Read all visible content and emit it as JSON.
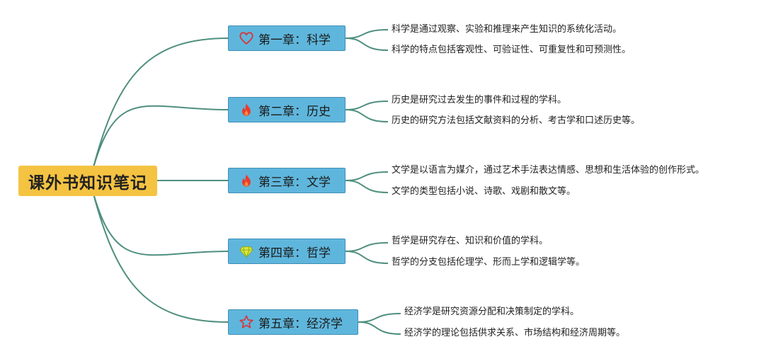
{
  "root": {
    "title": "课外书知识笔记"
  },
  "colors": {
    "root_bg": "#f5c342",
    "chapter_bg": "#5fb6dc",
    "chapter_border": "#3f8fb5",
    "link": "#4f8f7f"
  },
  "chapters": [
    {
      "label": "第一章：科学",
      "icon": "heart-icon",
      "notes": [
        "科学是通过观察、实验和推理来产生知识的系统化活动。",
        "科学的特点包括客观性、可验证性、可重复性和可预测性。"
      ]
    },
    {
      "label": "第二章：历史",
      "icon": "fire-icon",
      "notes": [
        "历史是研究过去发生的事件和过程的学科。",
        "历史的研究方法包括文献资料的分析、考古学和口述历史等。"
      ]
    },
    {
      "label": "第三章：文学",
      "icon": "fire-icon",
      "notes": [
        "文学是以语言为媒介，通过艺术手法表达情感、思想和生活体验的创作形式。",
        "文学的类型包括小说、诗歌、戏剧和散文等。"
      ]
    },
    {
      "label": "第四章：哲学",
      "icon": "diamond-icon",
      "notes": [
        "哲学是研究存在、知识和价值的学科。",
        "哲学的分支包括伦理学、形而上学和逻辑学等。"
      ]
    },
    {
      "label": "第五章：经济学",
      "icon": "star-icon",
      "notes": [
        "经济学是研究资源分配和决策制定的学科。",
        "经济学的理论包括供求关系、市场结构和经济周期等。"
      ]
    }
  ]
}
